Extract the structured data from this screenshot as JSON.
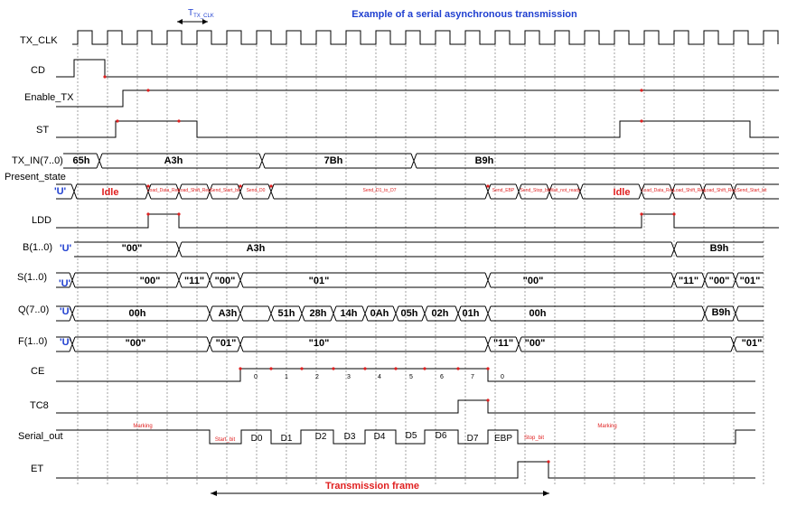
{
  "title": "Example of a serial asynchronous transmission",
  "period_label": {
    "main": "T",
    "sub": "TX_CLK"
  },
  "frame_label": "Transmission frame",
  "signals": {
    "tx_clk": "TX_CLK",
    "cd": "CD",
    "enable_tx": "Enable_TX",
    "st": "ST",
    "tx_in": "TX_IN(7..0)",
    "present_state": "Present_state",
    "ldd": "LDD",
    "b": "B(1..0)",
    "s": "S(1..0)",
    "q": "Q(7..0)",
    "f": "F(1..0)",
    "ce": "CE",
    "tc8": "TC8",
    "serial_out": "Serial_out",
    "et": "ET"
  },
  "initial_marker": "'U'",
  "tx_in_values": [
    "65h",
    "A3h",
    "7Bh",
    "B9h"
  ],
  "present_state_values": [
    "Idle",
    "Load_Data_Reg",
    "Load_Shift_Reg",
    "Send_Start_bit",
    "Send_D0",
    "Send_D1_to_D7",
    "Send_EBP",
    "Send_Stop_bit",
    "Wait_not_ready",
    "Idle",
    "Load_Data_Reg",
    "Load_Shift_Reg",
    "Load_Shift_Reg",
    "Send_Start_bit"
  ],
  "b_values": [
    "\"00\"",
    "A3h",
    "B9h"
  ],
  "s_values": [
    "\"00\"",
    "\"11\"",
    "\"00\"",
    "\"01\"",
    "\"00\"",
    "\"11\"",
    "\"00\"",
    "\"01\""
  ],
  "q_values": [
    "00h",
    "A3h",
    "51h",
    "28h",
    "14h",
    "0Ah",
    "05h",
    "02h",
    "01h",
    "00h",
    "B9h"
  ],
  "f_values": [
    "\"00\"",
    "\"01\"",
    "\"10\"",
    "\"11\"",
    "\"00\"",
    "\"01\""
  ],
  "ce_counts": [
    "0",
    "1",
    "2",
    "3",
    "4",
    "5",
    "6",
    "7",
    "0"
  ],
  "serial_out_values": [
    "Marking",
    "Start_bit",
    "D0",
    "D1",
    "D2",
    "D3",
    "D4",
    "D5",
    "D6",
    "D7",
    "EBP",
    "Stop_bit",
    "Marking"
  ],
  "colors": {
    "title": "#1f3fd0",
    "state": "#e02020",
    "marker": "#1f3fd0",
    "line": "#000000",
    "grid": "#555555",
    "dot": "#e02020"
  }
}
